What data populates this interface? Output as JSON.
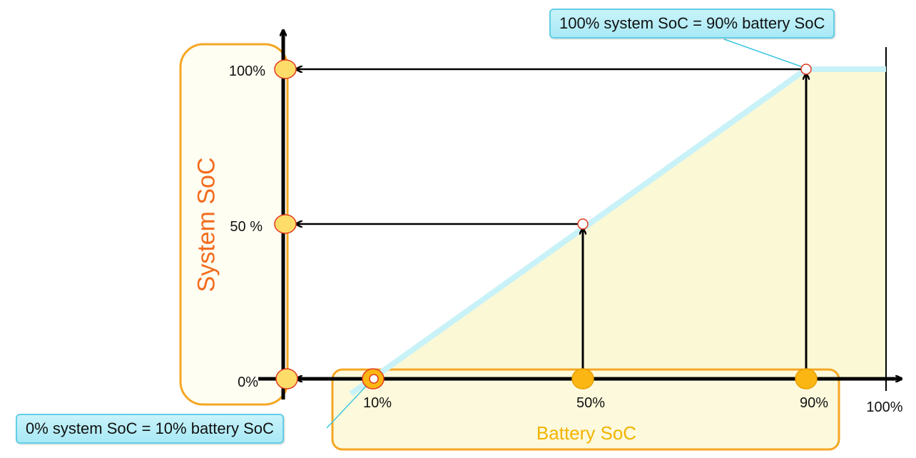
{
  "diagram": {
    "y_axis_title": "System SoC",
    "x_axis_title": "Battery SoC",
    "y_ticks": [
      {
        "label": "100%",
        "value": 100
      },
      {
        "label": "50 %",
        "value": 50
      },
      {
        "label": "0%",
        "value": 0
      }
    ],
    "x_ticks": [
      {
        "label": "10%",
        "value": 10
      },
      {
        "label": "50%",
        "value": 50
      },
      {
        "label": "90%",
        "value": 90
      },
      {
        "label": "100%",
        "value": 100
      }
    ],
    "mapping": [
      {
        "battery_soc": 10,
        "system_soc": 0
      },
      {
        "battery_soc": 50,
        "system_soc": 50
      },
      {
        "battery_soc": 90,
        "system_soc": 100
      }
    ],
    "callouts": {
      "top": "100% system SoC = 90% battery SoC",
      "bottom": "0% system SoC = 10% battery SoC"
    },
    "colors": {
      "line": "#c8f2f8",
      "fill": "#fbf8d6",
      "marker": "#fddc6a",
      "marker_orange": "#fbb614",
      "marker_border": "#e03a20",
      "box_border": "#f5a623",
      "system_title": "#f26b1d",
      "battery_title": "#f2b400"
    }
  }
}
